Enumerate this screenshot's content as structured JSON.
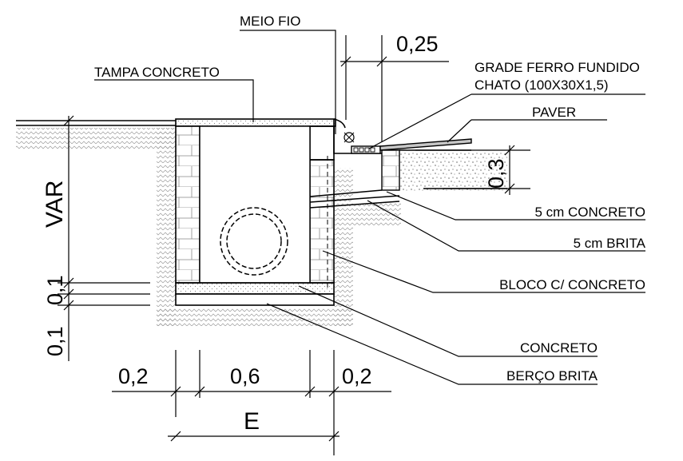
{
  "labels": {
    "meio_fio": "MEIO FIO",
    "tampa_concreto": "TAMPA CONCRETO",
    "grade_line1": "GRADE FERRO FUNDIDO",
    "grade_line2": "CHATO (100X30X1,5)",
    "paver": "PAVER",
    "concreto_5cm": "5 cm CONCRETO",
    "brita_5cm": "5 cm BRITA",
    "bloco": "BLOCO C/ CONCRETO",
    "concreto": "CONCRETO",
    "berco_brita": "BERÇO BRITA"
  },
  "dimensions": {
    "d_025": "0,25",
    "d_03": "0,3",
    "var": "VAR",
    "d_01_top": "0,1",
    "d_01_bottom": "0,1",
    "d_02_left": "0,2",
    "d_06": "0,6",
    "d_02_right": "0,2",
    "e": "E"
  }
}
